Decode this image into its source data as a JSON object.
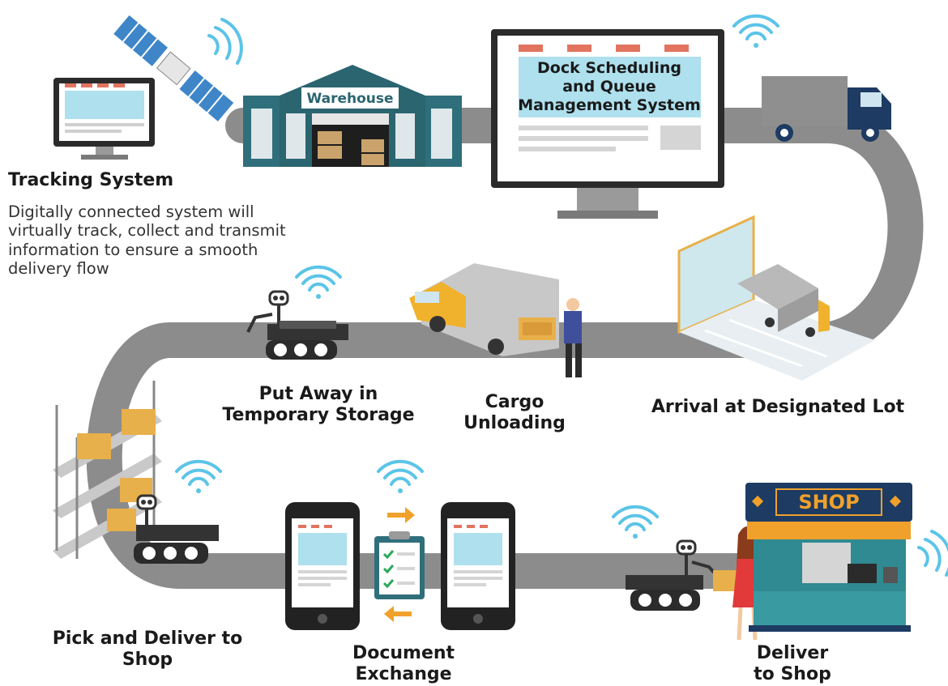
{
  "tracking": {
    "title": "Tracking System",
    "description": "Digitally connected system will\nvirtually track, collect and transmit\ninformation to ensure a smooth\ndelivery flow"
  },
  "warehouse": {
    "sign": "Warehouse"
  },
  "dock_system": {
    "line1": "Dock Scheduling",
    "line2": "and Queue",
    "line3": "Management System"
  },
  "steps": {
    "arrival": "Arrival at Designated Lot",
    "cargo_l1": "Cargo",
    "cargo_l2": "Unloading",
    "putaway_l1": "Put Away in",
    "putaway_l2": "Temporary Storage",
    "pick_l1": "Pick and Deliver to",
    "pick_l2": "Shop",
    "doc_l1": "Document",
    "doc_l2": "Exchange",
    "deliver_l1": "Deliver",
    "deliver_l2": "to Shop"
  },
  "shop": {
    "sign": "SHOP"
  },
  "colors": {
    "road": "#8c8c8c",
    "teal": "#2f6f7b",
    "screen_blue": "#aee0ee",
    "red_bar": "#e2735f",
    "wifi": "#5bc4e8",
    "box": "#e8b04a",
    "truck_navy": "#1d3b63",
    "arrow_orange": "#f0a12b"
  }
}
